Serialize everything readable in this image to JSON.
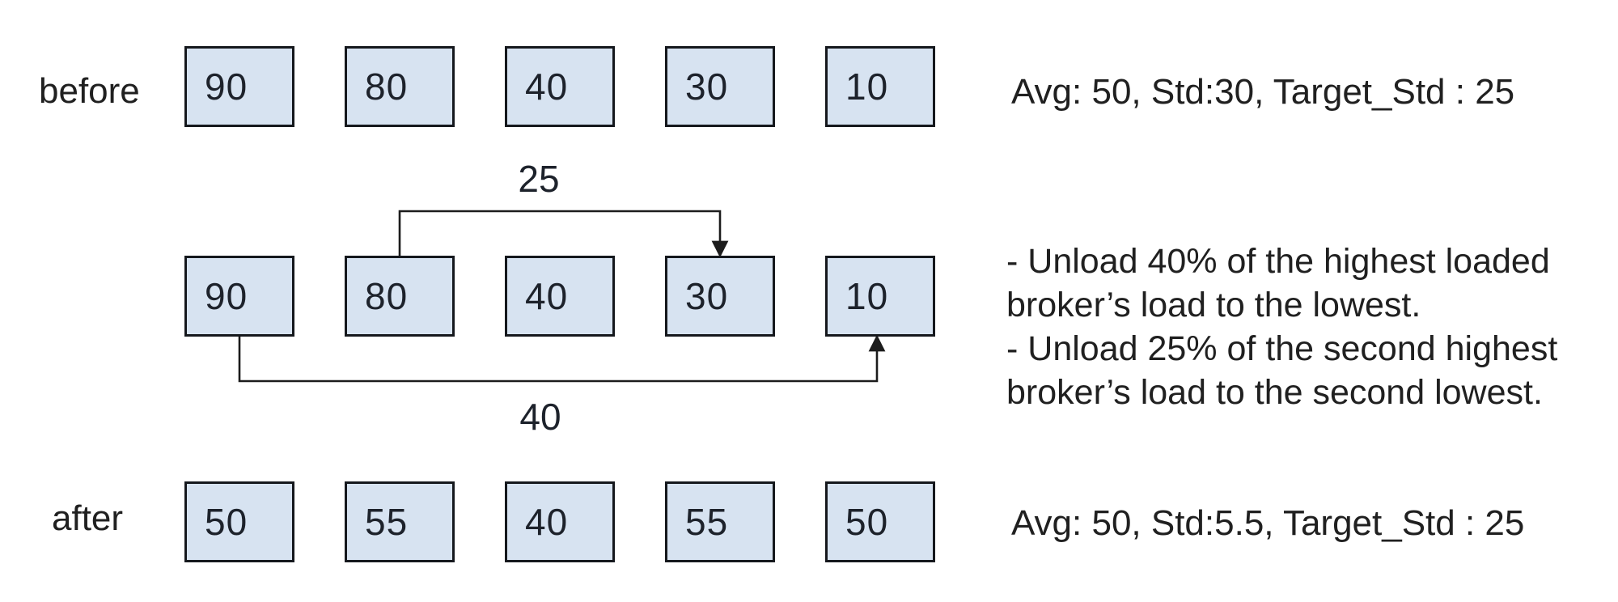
{
  "diagram": {
    "title_semantic": "broker load rebalancing before/after",
    "colors": {
      "box_fill": "#d7e3f1",
      "box_border": "#15181d",
      "arrow": "#1c1c1c",
      "text": "#202020"
    },
    "rows": [
      {
        "label": "before",
        "boxes": [
          "90",
          "80",
          "40",
          "30",
          "10"
        ],
        "annotation": "Avg: 50, Std:30, Target_Std : 25"
      },
      {
        "label": "",
        "boxes": [
          "90",
          "80",
          "40",
          "30",
          "10"
        ],
        "annotation_lines": [
          "- Unload 40% of the highest loaded",
          "broker’s load to the lowest.",
          "- Unload 25% of the second highest",
          "broker’s load to the second lowest."
        ]
      },
      {
        "label": "after",
        "boxes": [
          "50",
          "55",
          "40",
          "55",
          "50"
        ],
        "annotation": "Avg: 50, Std:5.5, Target_Std : 25"
      }
    ],
    "transfers": [
      {
        "amount": "25",
        "from_box": "80",
        "to_box": "30"
      },
      {
        "amount": "40",
        "from_box": "90",
        "to_box": "10"
      }
    ]
  }
}
